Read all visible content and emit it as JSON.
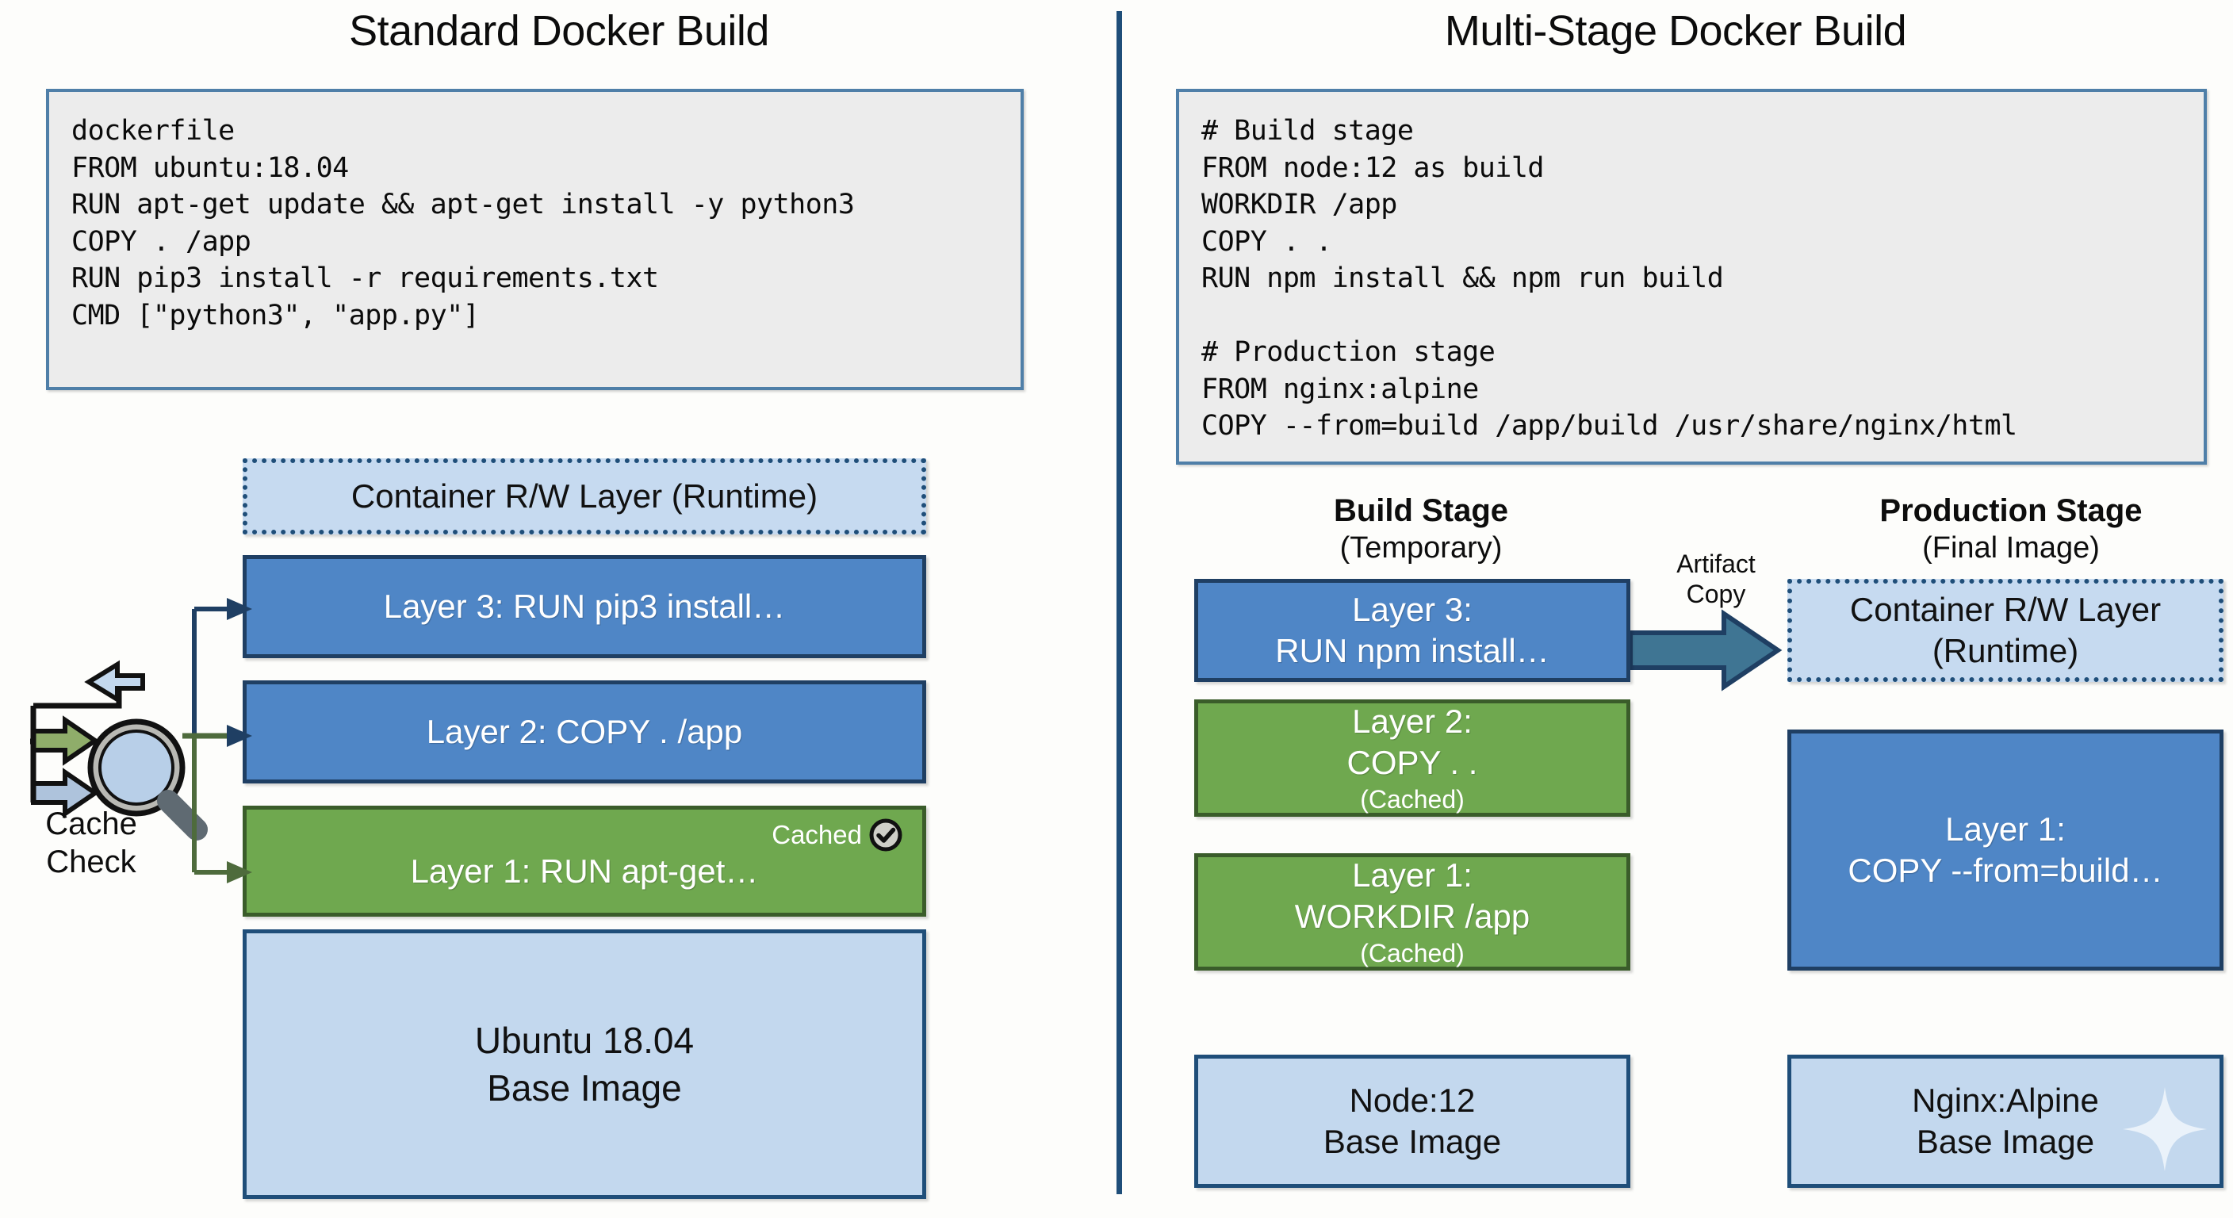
{
  "panels": {
    "left": {
      "title": "Standard Docker Build",
      "dockerfile": "dockerfile\nFROM ubuntu:18.04\nRUN apt-get update && apt-get install -y python3\nCOPY . /app\nRUN pip3 install -r requirements.txt\nCMD [\"python3\", \"app.py\"]",
      "cache_check": {
        "label_line1": "Cache",
        "label_line2": "Check",
        "icon": "magnifier-loop-icon"
      },
      "stack": [
        {
          "name": "container-rw-layer",
          "text": "Container R/W Layer (Runtime)",
          "style": "dashed"
        },
        {
          "name": "layer-3",
          "text": "Layer 3: RUN pip3 install…",
          "style": "blue"
        },
        {
          "name": "layer-2",
          "text": "Layer 2: COPY . /app",
          "style": "blue"
        },
        {
          "name": "layer-1",
          "text": "Layer 1: RUN apt-get…",
          "style": "green",
          "badge": "Cached",
          "badge_icon": "check-circle-icon"
        },
        {
          "name": "base-image",
          "text": "Ubuntu 18.04\nBase Image",
          "style": "lightblue"
        }
      ]
    },
    "right": {
      "title": "Multi-Stage Docker Build",
      "dockerfile": "# Build stage\nFROM node:12 as build\nWORKDIR /app\nCOPY . .\nRUN npm install && npm run build\n\n# Production stage\nFROM nginx:alpine\nCOPY --from=build /app/build /usr/share/nginx/html",
      "artifact_arrow": {
        "line1": "Artifact",
        "line2": "Copy",
        "icon": "right-arrow-icon"
      },
      "build_stage": {
        "heading": "Build Stage",
        "subheading": "(Temporary)",
        "layers": [
          {
            "name": "build-layer-3",
            "title": "Layer 3:",
            "detail": "RUN npm install…",
            "style": "blue",
            "note": ""
          },
          {
            "name": "build-layer-2",
            "title": "Layer 2:",
            "detail": "COPY . .",
            "style": "green",
            "note": "(Cached)"
          },
          {
            "name": "build-layer-1",
            "title": "Layer 1:",
            "detail": "WORKDIR /app",
            "style": "green",
            "note": "(Cached)"
          },
          {
            "name": "build-base-image",
            "title": "Node:12",
            "detail": "Base Image",
            "style": "lightblue",
            "note": ""
          }
        ]
      },
      "production_stage": {
        "heading": "Production Stage",
        "subheading": "(Final Image)",
        "layers": [
          {
            "name": "prod-container-rw-layer",
            "title": "Container R/W Layer",
            "detail": "(Runtime)",
            "style": "dashed",
            "note": ""
          },
          {
            "name": "prod-layer-1",
            "title": "Layer 1:",
            "detail": "COPY --from=build…",
            "style": "blue",
            "note": ""
          },
          {
            "name": "prod-base-image",
            "title": "Nginx:Alpine",
            "detail": "Base Image",
            "style": "lightblue",
            "note": "",
            "decoration": "sparkle-icon"
          }
        ]
      }
    }
  },
  "colors": {
    "blue_layer": "#4f86c6",
    "blue_border": "#1f3f63",
    "green_layer": "#6fa84f",
    "green_border": "#3a5c2a",
    "light_blue": "#c3d8ee",
    "accent_border": "#1f4e79",
    "code_bg": "#ececec",
    "code_border": "#4f7fa8",
    "arrow_fill": "#3f7593"
  }
}
